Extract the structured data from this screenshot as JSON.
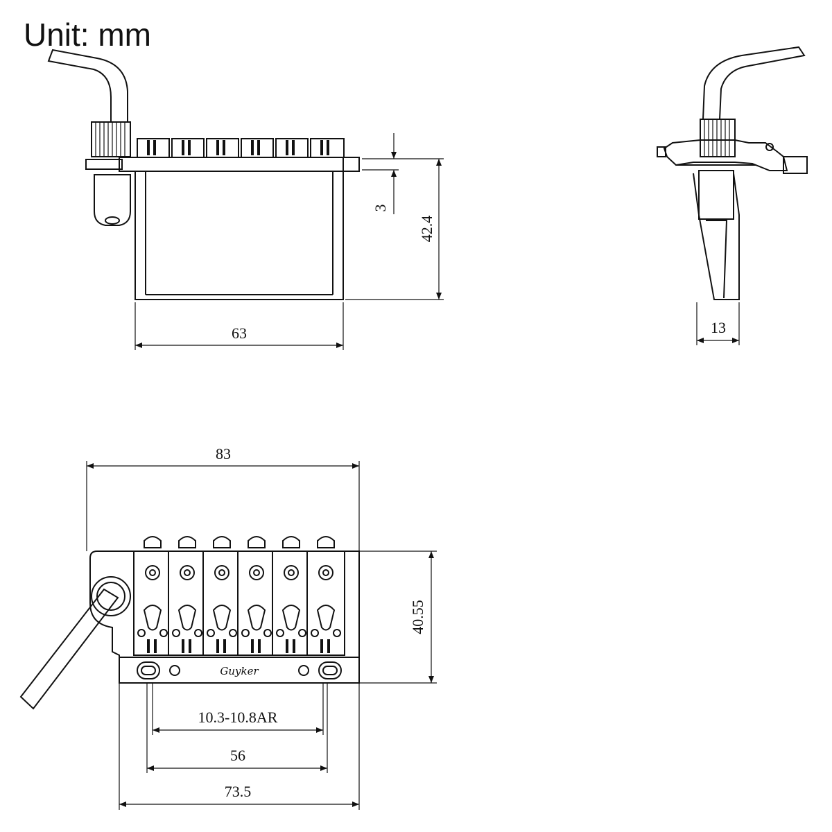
{
  "unit_label": "Unit: mm",
  "brand_mark": "Guyker",
  "colors": {
    "line": "#111111",
    "background": "#ffffff"
  },
  "views": {
    "side_view": {
      "dimensions": {
        "plate_thickness": "3",
        "total_height": "42.4",
        "block_width": "63"
      }
    },
    "end_view": {
      "dimensions": {
        "block_depth": "13"
      }
    },
    "top_view": {
      "dimensions": {
        "overall_width": "83",
        "overall_depth": "40.55",
        "slot_range": "10.3-10.8AR",
        "pivot_spacing": "56",
        "base_width": "73.5"
      }
    }
  }
}
